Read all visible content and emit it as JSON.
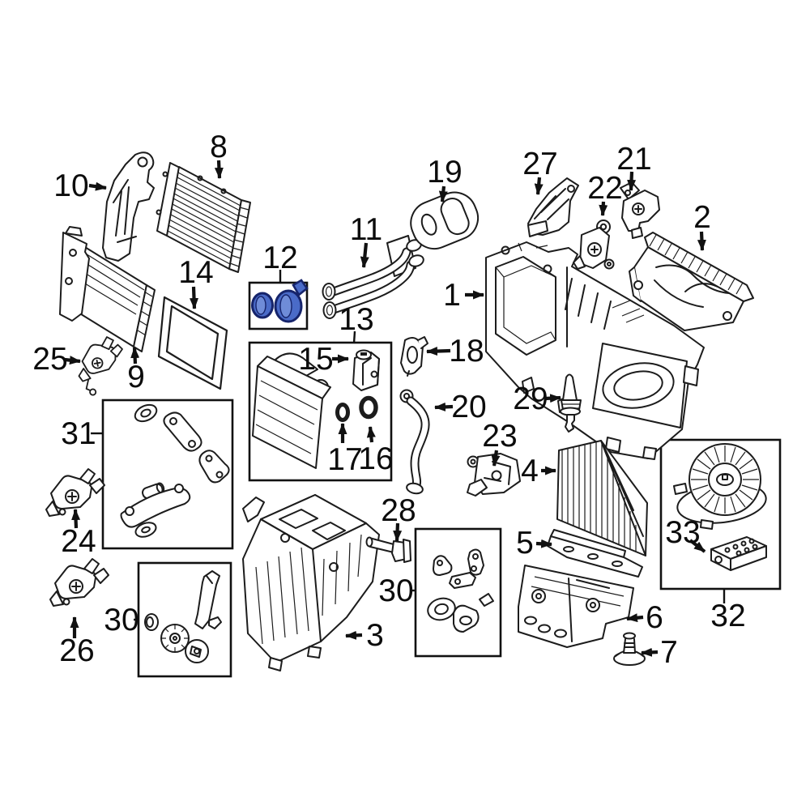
{
  "diagram": {
    "background": "#ffffff",
    "line_color": "#1c1c1c",
    "box_border_color": "#111111",
    "highlight_fill": "#4a6bc8",
    "highlight_stroke": "#16246b",
    "highlight_inner": "#6f8cd8"
  },
  "callouts": {
    "c1": "1",
    "c2": "2",
    "c3": "3",
    "c4": "4",
    "c5": "5",
    "c6": "6",
    "c7": "7",
    "c8": "8",
    "c9": "9",
    "c10": "10",
    "c11": "11",
    "c12": "12",
    "c13": "13",
    "c14": "14",
    "c15": "15",
    "c16": "16",
    "c17": "17",
    "c18": "18",
    "c19": "19",
    "c20": "20",
    "c21": "21",
    "c22": "22",
    "c23": "23",
    "c24": "24",
    "c25": "25",
    "c26": "26",
    "c27": "27",
    "c28": "28",
    "c29": "29",
    "c30a": "30",
    "c30b": "30",
    "c31": "31",
    "c32": "32",
    "c33": "33"
  }
}
